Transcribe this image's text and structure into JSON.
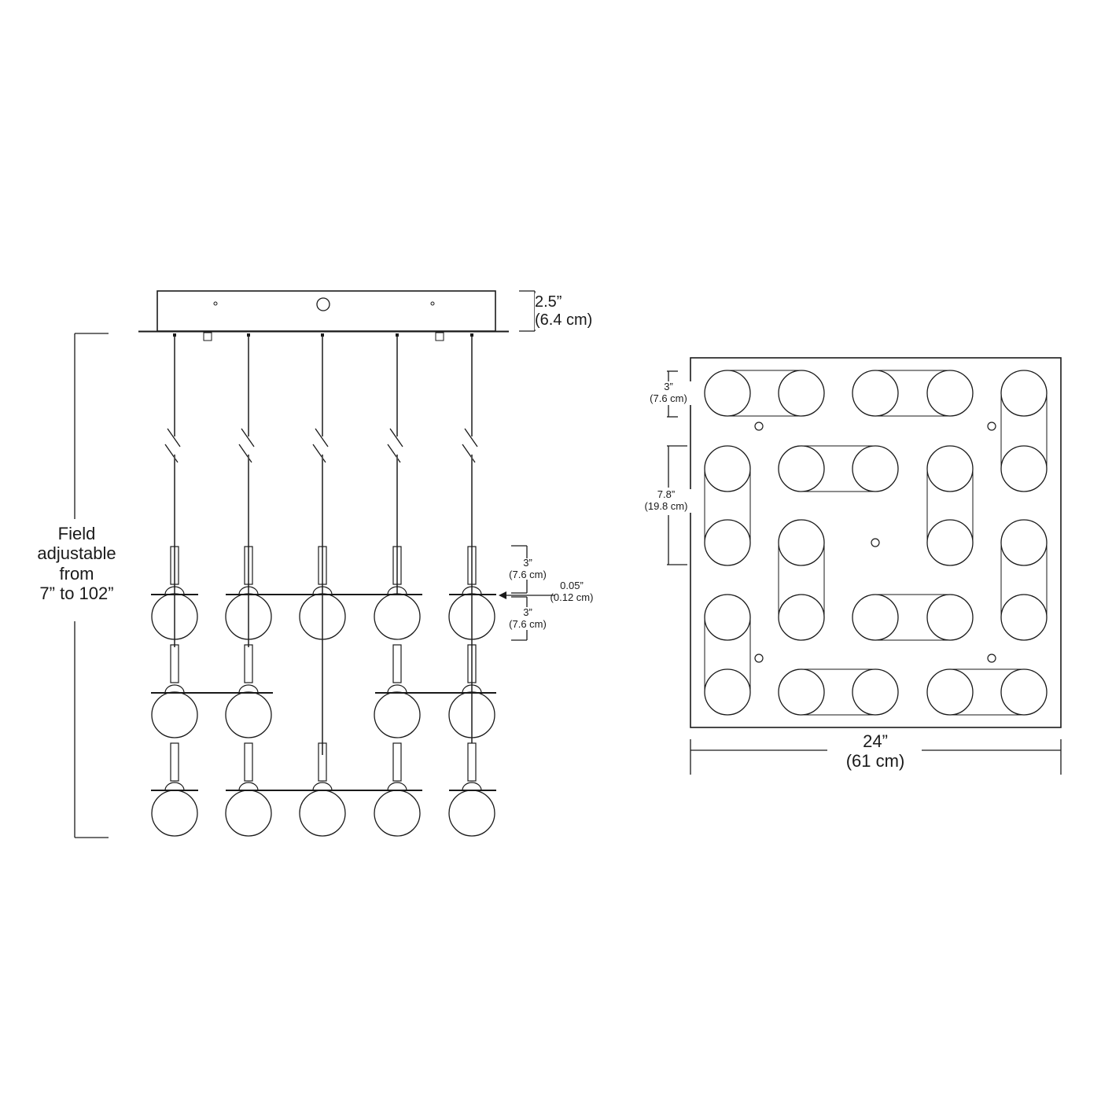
{
  "elevation": {
    "canopy_height": {
      "in": "2.5”",
      "cm": "(6.4 cm)"
    },
    "field_adjustable": [
      "Field",
      "adjustable",
      "from",
      "7” to 102”"
    ],
    "tier_spacing_upper": {
      "in": "3”",
      "cm": "(7.6 cm)"
    },
    "plate_thickness": {
      "in": "0.05”",
      "cm": "(0.12 cm)"
    },
    "tier_spacing_lower": {
      "in": "3”",
      "cm": "(7.6 cm)"
    },
    "columns": 5,
    "tiers": [
      {
        "globes": [
          1,
          1,
          1,
          1,
          1
        ]
      },
      {
        "globes": [
          1,
          1,
          0,
          1,
          1
        ]
      },
      {
        "globes": [
          1,
          1,
          1,
          1,
          1
        ]
      }
    ]
  },
  "plan": {
    "globe_spacing_small": {
      "in": "3”",
      "cm": "(7.6 cm)"
    },
    "globe_spacing_large": {
      "in": "7.8”",
      "cm": "(19.8 cm)"
    },
    "width": {
      "in": "24”",
      "cm": "(61 cm)"
    },
    "globe_count": 24
  },
  "colors": {
    "line": "#1a1a1a",
    "rod": "#555555",
    "background": "#ffffff"
  }
}
